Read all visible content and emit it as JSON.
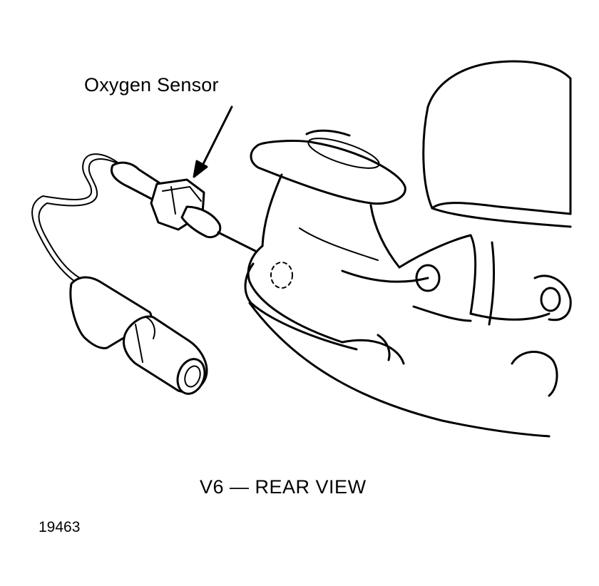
{
  "labels": {
    "callout": "Oxygen Sensor",
    "caption": "V6 — REAR VIEW",
    "figure_number": "19463"
  }
}
